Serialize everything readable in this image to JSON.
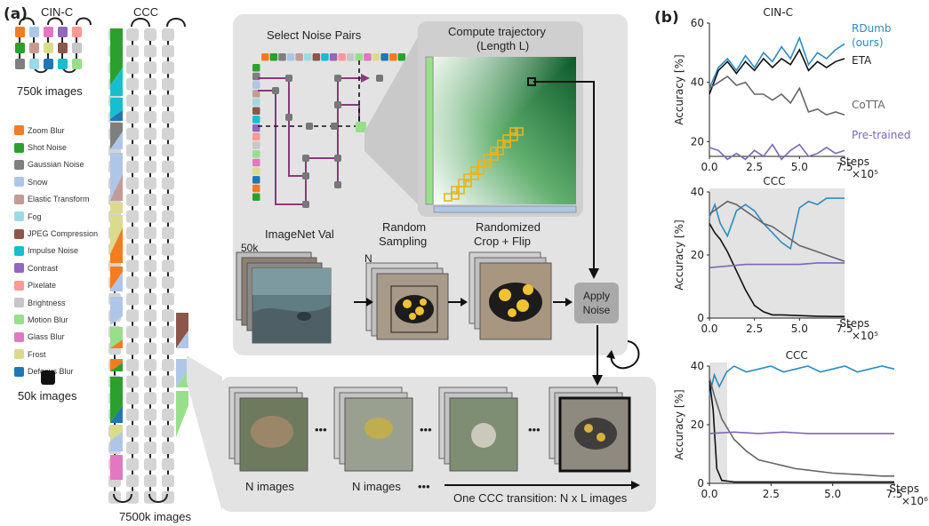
{
  "panel_a": {
    "label": "(a)",
    "cinc_title": "CIN-C",
    "ccc_title": "CCC",
    "cinc_caption": "750k images",
    "ccc_caption": "7500k images",
    "block_caption": "50k images",
    "legend": [
      {
        "name": "Zoom Blur",
        "color": "#f47c20"
      },
      {
        "name": "Shot Noise",
        "color": "#2ca02c"
      },
      {
        "name": "Gaussian Noise",
        "color": "#7f7f7f"
      },
      {
        "name": "Snow",
        "color": "#aec7e8"
      },
      {
        "name": "Elastic Transform",
        "color": "#c49c94"
      },
      {
        "name": "Fog",
        "color": "#9edae5"
      },
      {
        "name": "JPEG Compression",
        "color": "#8c564b"
      },
      {
        "name": "Impulse Noise",
        "color": "#17becf"
      },
      {
        "name": "Contrast",
        "color": "#9467bd"
      },
      {
        "name": "Pixelate",
        "color": "#ff9896"
      },
      {
        "name": "Brightness",
        "color": "#c7c7c7"
      },
      {
        "name": "Motion Blur",
        "color": "#98df8a"
      },
      {
        "name": "Glass Blur",
        "color": "#e377c2"
      },
      {
        "name": "Frost",
        "color": "#dbdb8d"
      },
      {
        "name": "Defocus Blur",
        "color": "#1f77b4"
      }
    ],
    "select_pairs_title": "Select Noise Pairs",
    "compute_title_1": "Compute trajectory",
    "compute_title_2": "(Length L)",
    "imagenet_label": "ImageNet Val",
    "imagenet_count": "50k",
    "random_1": "Random",
    "random_2": "Sampling",
    "n_label": "N",
    "crop_1": "Randomized",
    "crop_2": "Crop + Flip",
    "apply_1": "Apply",
    "apply_2": "Noise",
    "n_images": "N images",
    "dots": "•••",
    "transition_label": "One CCC transition: N x L images"
  },
  "panel_b": {
    "label": "(b)"
  },
  "chart_data": [
    {
      "type": "line",
      "title": "CIN-C",
      "xlabel": "Steps",
      "x_multiplier": "×10⁵",
      "ylabel": "Accuracy [%]",
      "xlim": [
        0,
        7.5
      ],
      "ylim": [
        15,
        60
      ],
      "xticks": [
        "0.0",
        "2.5",
        "5.0",
        "7.5"
      ],
      "yticks": [
        "20",
        "40",
        "60"
      ],
      "series": [
        {
          "name": "RDumb (ours)",
          "color": "#2e8bc0",
          "values": [
            [
              0,
              38
            ],
            [
              0.5,
              45
            ],
            [
              1,
              48
            ],
            [
              1.5,
              44
            ],
            [
              2,
              49
            ],
            [
              2.5,
              45
            ],
            [
              3,
              50
            ],
            [
              3.5,
              47
            ],
            [
              4,
              52
            ],
            [
              4.5,
              48
            ],
            [
              5,
              55
            ],
            [
              5.5,
              46
            ],
            [
              6,
              50
            ],
            [
              6.5,
              48
            ],
            [
              7,
              51
            ],
            [
              7.5,
              53
            ]
          ]
        },
        {
          "name": "ETA",
          "color": "#111111",
          "values": [
            [
              0,
              36
            ],
            [
              0.5,
              44
            ],
            [
              1,
              47
            ],
            [
              1.5,
              43
            ],
            [
              2,
              47
            ],
            [
              2.5,
              44
            ],
            [
              3,
              48
            ],
            [
              3.5,
              45
            ],
            [
              4,
              48
            ],
            [
              4.5,
              46
            ],
            [
              5,
              51
            ],
            [
              5.5,
              44
            ],
            [
              6,
              47
            ],
            [
              6.5,
              45
            ],
            [
              7,
              47
            ],
            [
              7.5,
              48
            ]
          ]
        },
        {
          "name": "CoTTA",
          "color": "#666666",
          "values": [
            [
              0,
              38
            ],
            [
              0.5,
              40
            ],
            [
              1,
              42
            ],
            [
              1.5,
              39
            ],
            [
              2,
              40
            ],
            [
              2.5,
              36
            ],
            [
              3,
              36
            ],
            [
              3.5,
              34
            ],
            [
              4,
              36
            ],
            [
              4.5,
              33
            ],
            [
              5,
              38
            ],
            [
              5.5,
              30
            ],
            [
              6,
              31
            ],
            [
              6.5,
              29
            ],
            [
              7,
              30
            ],
            [
              7.5,
              29
            ]
          ]
        },
        {
          "name": "Pre-trained",
          "color": "#7b68b5",
          "values": [
            [
              0,
              18
            ],
            [
              0.5,
              17
            ],
            [
              1,
              14
            ],
            [
              1.5,
              16
            ],
            [
              2,
              14
            ],
            [
              2.5,
              17
            ],
            [
              3,
              15
            ],
            [
              3.5,
              19
            ],
            [
              4,
              14
            ],
            [
              4.5,
              17
            ],
            [
              5,
              19
            ],
            [
              5.5,
              15
            ],
            [
              6,
              16
            ],
            [
              6.5,
              18
            ],
            [
              7,
              16
            ],
            [
              7.5,
              17
            ]
          ]
        }
      ]
    },
    {
      "type": "line",
      "title": "CCC",
      "xlabel": "Steps",
      "x_multiplier": "×10⁵",
      "ylabel": "Accuracy [%]",
      "xlim": [
        0,
        7.5
      ],
      "ylim": [
        0,
        40
      ],
      "xticks": [
        "0.0",
        "2.5",
        "5.0",
        "7.5"
      ],
      "yticks": [
        "0",
        "20",
        "40"
      ],
      "series": [
        {
          "name": "RDumb (ours)",
          "color": "#2e8bc0",
          "values": [
            [
              0,
              32
            ],
            [
              0.3,
              36
            ],
            [
              0.6,
              30
            ],
            [
              1,
              26
            ],
            [
              1.5,
              34
            ],
            [
              2,
              36
            ],
            [
              2.5,
              34
            ],
            [
              3,
              30
            ],
            [
              3.5,
              27
            ],
            [
              4,
              24
            ],
            [
              4.5,
              22
            ],
            [
              4.8,
              30
            ],
            [
              5,
              35
            ],
            [
              5.5,
              37
            ],
            [
              6,
              36
            ],
            [
              6.5,
              38
            ],
            [
              7,
              38
            ],
            [
              7.5,
              38
            ]
          ]
        },
        {
          "name": "ETA",
          "color": "#111111",
          "values": [
            [
              0,
              30
            ],
            [
              0.3,
              27
            ],
            [
              0.6,
              25
            ],
            [
              1,
              21
            ],
            [
              1.5,
              15
            ],
            [
              2,
              9
            ],
            [
              2.5,
              4
            ],
            [
              3,
              2
            ],
            [
              3.5,
              1
            ],
            [
              4,
              1
            ],
            [
              5,
              0.8
            ],
            [
              6,
              0.6
            ],
            [
              7,
              0.5
            ],
            [
              7.5,
              0.5
            ]
          ]
        },
        {
          "name": "CoTTA",
          "color": "#666666",
          "values": [
            [
              0,
              33
            ],
            [
              0.5,
              35
            ],
            [
              1,
              37
            ],
            [
              1.5,
              36
            ],
            [
              2,
              34
            ],
            [
              2.5,
              32
            ],
            [
              3,
              30
            ],
            [
              3.5,
              29
            ],
            [
              4,
              27
            ],
            [
              4.5,
              25
            ],
            [
              5,
              23
            ],
            [
              5.5,
              22
            ],
            [
              6,
              21
            ],
            [
              6.5,
              20
            ],
            [
              7,
              19
            ],
            [
              7.5,
              18
            ]
          ]
        },
        {
          "name": "Pre-trained",
          "color": "#7b68b5",
          "values": [
            [
              0,
              16
            ],
            [
              1,
              16.5
            ],
            [
              2,
              17
            ],
            [
              3,
              17
            ],
            [
              4,
              17
            ],
            [
              5,
              17
            ],
            [
              6,
              17.5
            ],
            [
              7,
              17.5
            ],
            [
              7.5,
              17.5
            ]
          ]
        }
      ]
    },
    {
      "type": "line",
      "title": "CCC",
      "xlabel": "Steps",
      "x_multiplier": "×10⁶",
      "ylabel": "Accuracy [%]",
      "xlim": [
        0,
        7.5
      ],
      "ylim": [
        0,
        40
      ],
      "xticks": [
        "0.0",
        "2.5",
        "5.0",
        "7.5"
      ],
      "yticks": [
        "0",
        "20",
        "40"
      ],
      "series": [
        {
          "name": "RDumb (ours)",
          "color": "#2e8bc0",
          "values": [
            [
              0,
              30
            ],
            [
              0.2,
              37
            ],
            [
              0.4,
              33
            ],
            [
              0.7,
              38
            ],
            [
              1,
              40
            ],
            [
              1.5,
              38
            ],
            [
              2,
              39
            ],
            [
              2.5,
              40
            ],
            [
              3,
              38
            ],
            [
              3.5,
              39
            ],
            [
              4,
              40
            ],
            [
              4.5,
              38
            ],
            [
              5,
              39
            ],
            [
              5.5,
              40
            ],
            [
              6,
              38
            ],
            [
              6.5,
              39
            ],
            [
              7,
              40
            ],
            [
              7.5,
              39
            ]
          ]
        },
        {
          "name": "ETA",
          "color": "#111111",
          "values": [
            [
              0,
              35
            ],
            [
              0.15,
              25
            ],
            [
              0.3,
              5
            ],
            [
              0.5,
              1
            ],
            [
              1,
              0.5
            ],
            [
              2,
              0.5
            ],
            [
              3,
              0.5
            ],
            [
              4,
              0.5
            ],
            [
              5,
              0.5
            ],
            [
              6,
              0.5
            ],
            [
              7.5,
              0.5
            ]
          ]
        },
        {
          "name": "CoTTA",
          "color": "#666666",
          "values": [
            [
              0,
              36
            ],
            [
              0.2,
              30
            ],
            [
              0.5,
              22
            ],
            [
              1,
              15
            ],
            [
              1.5,
              11
            ],
            [
              2,
              8
            ],
            [
              2.5,
              7
            ],
            [
              3,
              6
            ],
            [
              3.5,
              5
            ],
            [
              4,
              4.5
            ],
            [
              5,
              3.5
            ],
            [
              6,
              3
            ],
            [
              7,
              2.5
            ],
            [
              7.5,
              2.5
            ]
          ]
        },
        {
          "name": "Pre-trained",
          "color": "#7b68b5",
          "values": [
            [
              0,
              17
            ],
            [
              1,
              17.5
            ],
            [
              2,
              17
            ],
            [
              3,
              17.5
            ],
            [
              4,
              17
            ],
            [
              5,
              17
            ],
            [
              6,
              17
            ],
            [
              7,
              17
            ],
            [
              7.5,
              17
            ]
          ]
        }
      ]
    }
  ]
}
